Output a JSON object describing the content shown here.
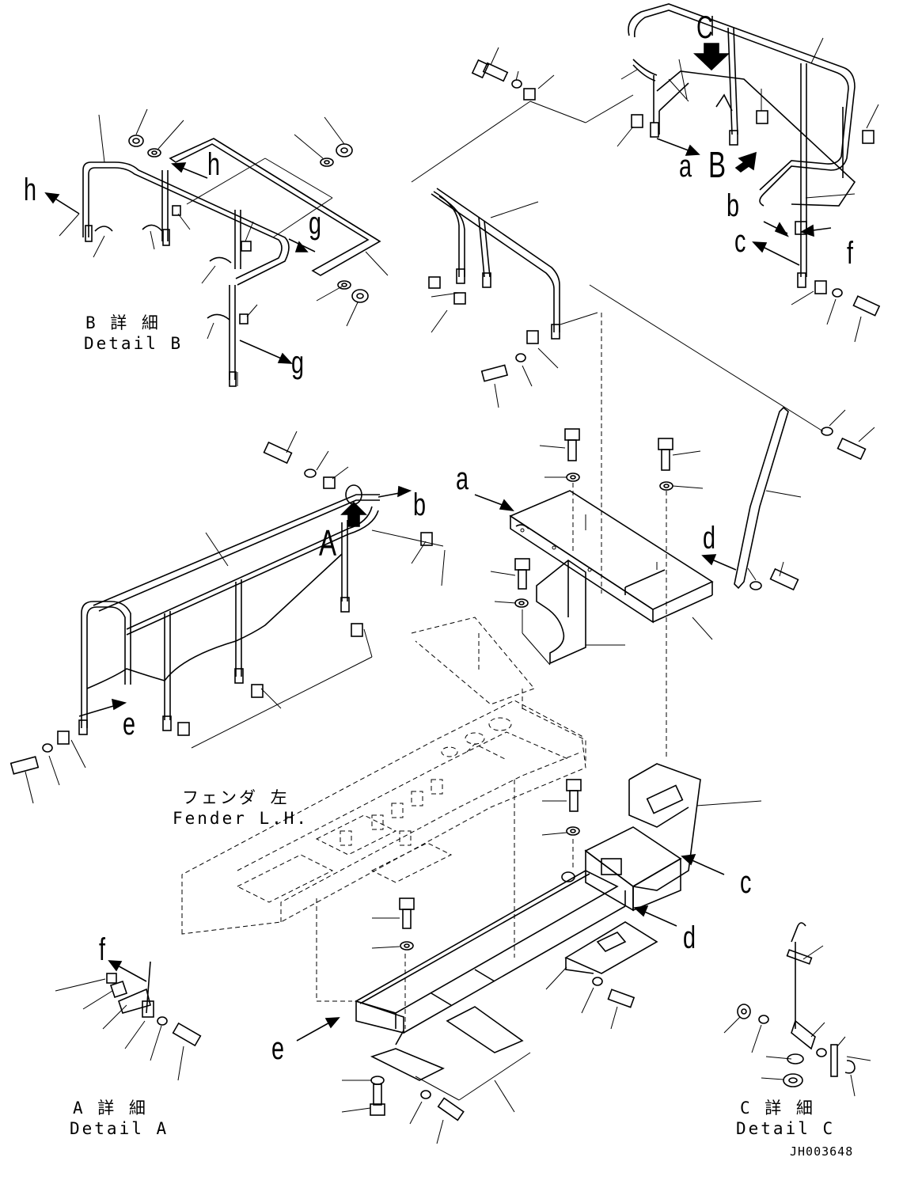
{
  "letters": {
    "a1": "a",
    "a2": "a",
    "b1": "b",
    "b2": "b",
    "c1": "c",
    "c2": "c",
    "d1": "d",
    "d2": "d",
    "e1": "e",
    "e2": "e",
    "f1": "f",
    "f2": "f",
    "g1": "g",
    "g2": "g",
    "h1": "h",
    "h2": "h",
    "A": "A",
    "B": "B",
    "C": "C"
  },
  "captions": {
    "detail_b_jp": "B 詳 細",
    "detail_b_en": "Detail B",
    "detail_a_jp": "A 詳 細",
    "detail_a_en": "Detail A",
    "detail_c_jp": "C 詳 細",
    "detail_c_en": "Detail C",
    "fender_jp": "フェンダ 左",
    "fender_en": "Fender L.H."
  },
  "drawing_code": "JH003648"
}
